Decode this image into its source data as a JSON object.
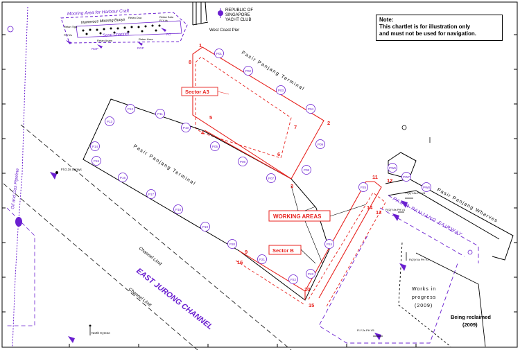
{
  "colors": {
    "terminal": "#000000",
    "working_area": "#e8231f",
    "fairway": "#6a1fd0",
    "channel_limit": "#222222",
    "background": "#ffffff"
  },
  "note": {
    "title": "Note:",
    "line1": "This chartlet is for illustration only",
    "line2": "and must not be used for navigation."
  },
  "top_labels": {
    "club_line1": "REPUBLIC OF",
    "club_line2": "SINGAPORE",
    "club_line3": "YACHT CLUB",
    "pier": "West Coast Pier",
    "mooring_area": "Mooring Area for Harbour Craft",
    "mooring_buoys": "Numerous Mooring Buoys",
    "serai_channel": "Serai Channel"
  },
  "areas": {
    "terminal_north": "Pasir Panjang Terminal",
    "terminal_south": "Pasir Panjang Terminal",
    "wharves": "Pasir Panjang Wharves",
    "fairway": "PASIR PANJANG FAIRWAY",
    "east_jurong": "EAST JURONG CHANNEL",
    "channel_limit_1": "Channel Limit",
    "channel_limit_2": "Channel Limit",
    "gas_pipeline": "Oil and Gas Pipeline",
    "sector_a3": "Sector A3",
    "sector_b": "Sector B",
    "working_areas": "WORKING AREAS",
    "works_line1": "Works in",
    "works_line2": "progress",
    "works_line3": "(2009)",
    "reclaimed_line1": "Being reclaimed",
    "reclaimed_line2": "(2009)"
  },
  "navaids": {
    "serays": "Fl.G.3s Serays",
    "north_cyrene": "North Cyrene",
    "fl_y_ph_v4": "Fl(2)Y.8s PH V4",
    "fl_y_ph_v1": "Fl(2)Y.8s PH V1",
    "fl_y_ph_v3": "Fl(2)Y.4s PH V3",
    "fl_y_ph_v5": "Fl.Y.2s PH V5"
  },
  "points": [
    "1",
    "2",
    "3",
    "4",
    "5",
    "6",
    "7",
    "8",
    "9",
    "10",
    "11",
    "12",
    "13",
    "14",
    "15",
    "16"
  ],
  "berths": [
    "P01",
    "P02",
    "P03",
    "P04",
    "P05",
    "P06",
    "P07",
    "P08",
    "P09",
    "P10",
    "P11",
    "P12",
    "P13",
    "P14",
    "P15",
    "P16",
    "P17",
    "P18",
    "P19",
    "P20",
    "P21",
    "P22",
    "P23",
    "P24",
    "P25",
    "PW6",
    "PW7",
    "PW8"
  ]
}
